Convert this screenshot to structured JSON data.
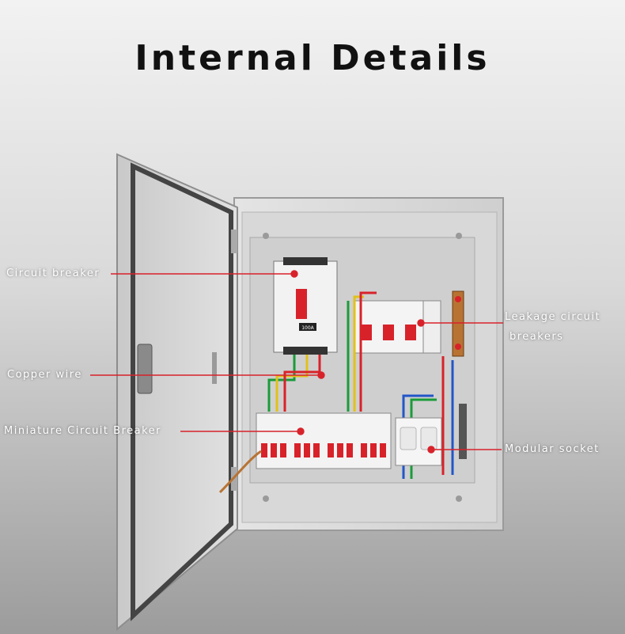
{
  "title": "Internal Details",
  "callouts": {
    "circuit_breaker": "Circuit breaker",
    "copper_wire": "Copper wire",
    "miniature_circuit_breaker": "Miniature Circuit Breaker",
    "leakage_line1": "Leakage circuit",
    "leakage_line2": "breakers",
    "modular_socket": "Modular socket"
  },
  "breaker_rating": "100A",
  "colors": {
    "accent_red": "#d8222a",
    "enclosure": "#d4d4d4",
    "copper": "#b87333"
  }
}
